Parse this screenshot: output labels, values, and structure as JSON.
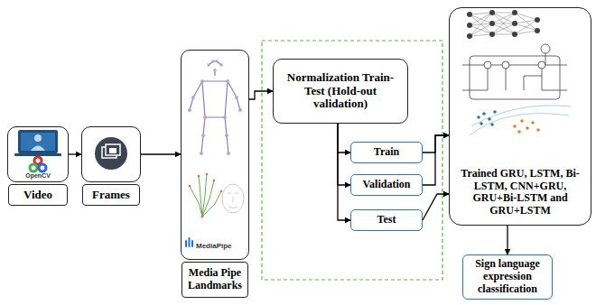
{
  "diagram": {
    "nodes": [
      {
        "text": [
          "OpenCV",
          "Video"
        ]
      },
      {
        "text": [
          "Frames"
        ]
      },
      {
        "text": [
          "MediaPipe",
          "Media Pipe Landmarks"
        ]
      },
      {
        "text": [
          "Normalization Train-Test (Hold-out validation)"
        ]
      },
      {
        "text": [
          "Train"
        ]
      },
      {
        "text": [
          "Validation"
        ]
      },
      {
        "text": [
          "Test"
        ]
      },
      {
        "text": [
          "Trained GRU, LSTM, Bi-LSTM, CNN+GRU, GRU+Bi-LSTM and GRU+LSTM"
        ]
      },
      {
        "text": [
          "Sign language expression classification"
        ]
      }
    ],
    "edges": [
      {
        "from": 0,
        "to": 1,
        "arrow": "to"
      },
      {
        "from": 1,
        "to": 2,
        "arrow": "to"
      },
      {
        "from": 2,
        "to": 3,
        "arrow": "to"
      },
      {
        "from": 3,
        "to": 4,
        "arrow": "to"
      },
      {
        "from": 3,
        "to": 5,
        "arrow": "to"
      },
      {
        "from": 3,
        "to": 6,
        "arrow": "to"
      },
      {
        "from": 4,
        "to": 7,
        "arrow": "to"
      },
      {
        "from": 5,
        "to": 7,
        "arrow": "to"
      },
      {
        "from": 6,
        "to": 7,
        "arrow": "to"
      },
      {
        "from": 7,
        "to": 8,
        "arrow": "to"
      }
    ]
  }
}
